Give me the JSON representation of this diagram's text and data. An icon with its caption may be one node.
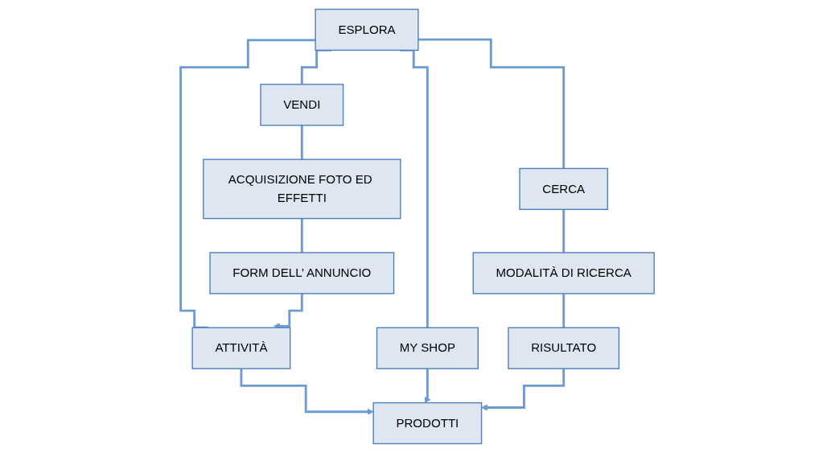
{
  "diagram": {
    "nodes": [
      {
        "text": [
          "ESPLORA"
        ]
      },
      {
        "text": [
          "CERCA"
        ]
      },
      {
        "text": [
          "VENDI"
        ]
      },
      {
        "text": [
          "ATTIVITÀ"
        ]
      },
      {
        "text": [
          "MY SHOP"
        ]
      },
      {
        "text": [
          "MODALITÀ DI RICERCA"
        ]
      },
      {
        "text": [
          "ACQUISIZIONE FOTO ED EFFETTI"
        ]
      },
      {
        "text": [
          "PRODOTTI"
        ]
      },
      {
        "text": [
          "RISULTATO"
        ]
      },
      {
        "text": [
          "FORM DELL’ ANNUNCIO"
        ]
      }
    ],
    "edges": [
      {
        "from": 0,
        "to": 1,
        "arrow": "none"
      },
      {
        "from": 0,
        "to": 2,
        "arrow": "none"
      },
      {
        "from": 0,
        "to": 3,
        "arrow": "none"
      },
      {
        "from": 0,
        "to": 4,
        "arrow": "none"
      },
      {
        "from": 1,
        "to": 5,
        "arrow": "none"
      },
      {
        "from": 5,
        "to": 8,
        "arrow": "none"
      },
      {
        "from": 2,
        "to": 6,
        "arrow": "none"
      },
      {
        "from": 6,
        "to": 9,
        "arrow": "none"
      },
      {
        "from": 9,
        "to": 3,
        "arrow": "to"
      },
      {
        "from": 3,
        "to": 7,
        "arrow": "to"
      },
      {
        "from": 4,
        "to": 7,
        "arrow": "to"
      },
      {
        "from": 8,
        "to": 7,
        "arrow": "to"
      }
    ]
  }
}
